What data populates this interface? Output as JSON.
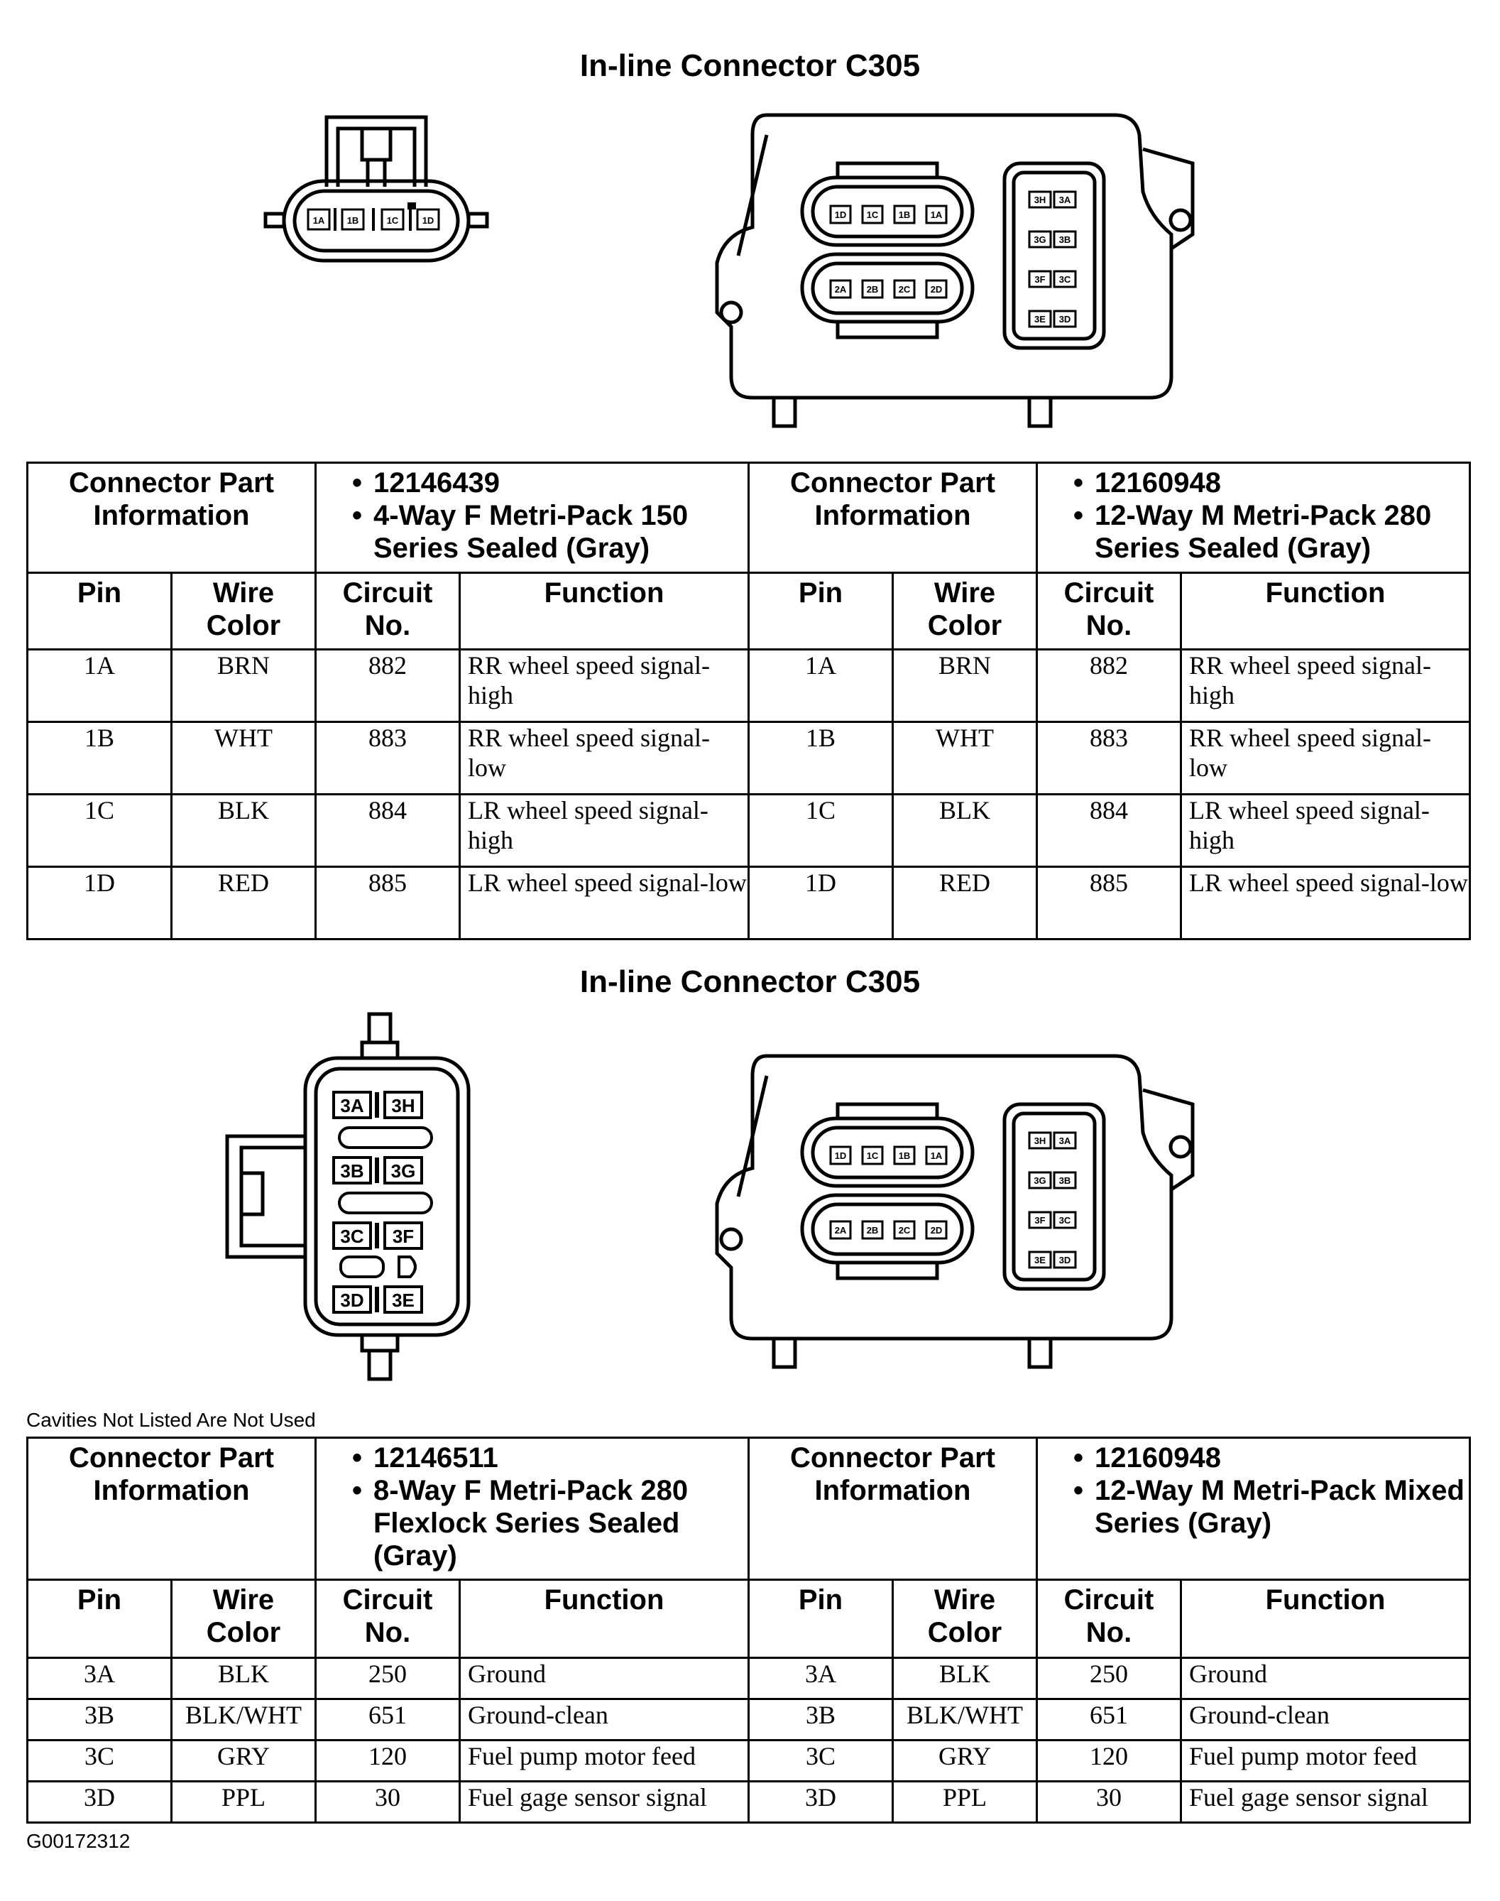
{
  "section1": {
    "title": "In-line Connector C305",
    "left_connector": {
      "name": "4-way connector face",
      "cavity_labels": [
        "1A",
        "1B",
        "1C",
        "1D"
      ]
    },
    "right_connector": {
      "name": "12-way connector face",
      "cavity_labels_upper": [
        "1D",
        "1C",
        "1B",
        "1A"
      ],
      "cavity_labels_lower": [
        "2A",
        "2B",
        "2C",
        "2D"
      ],
      "cavity_labels_side": [
        "3H",
        "3A",
        "3G",
        "3B",
        "3F",
        "3C",
        "3E",
        "3D"
      ]
    },
    "table": {
      "left_info_label": "Connector Part Information",
      "left_info_lines": [
        "12146439",
        "4-Way F Metri-Pack 150 Series Sealed (Gray)"
      ],
      "right_info_label": "Connector Part Information",
      "right_info_lines": [
        "12160948",
        "12-Way M Metri-Pack 280 Series Sealed (Gray)"
      ],
      "columns": [
        "Pin",
        "Wire Color",
        "Circuit No.",
        "Function"
      ],
      "left_rows": [
        {
          "pin": "1A",
          "wire": "BRN",
          "circuit": "882",
          "function": "RR wheel speed signal-high"
        },
        {
          "pin": "1B",
          "wire": "WHT",
          "circuit": "883",
          "function": "RR wheel speed signal-low"
        },
        {
          "pin": "1C",
          "wire": "BLK",
          "circuit": "884",
          "function": "LR wheel speed signal-high"
        },
        {
          "pin": "1D",
          "wire": "RED",
          "circuit": "885",
          "function": "LR wheel speed signal-low"
        }
      ],
      "right_rows": [
        {
          "pin": "1A",
          "wire": "BRN",
          "circuit": "882",
          "function": "RR wheel speed signal-high"
        },
        {
          "pin": "1B",
          "wire": "WHT",
          "circuit": "883",
          "function": "RR wheel speed signal-low"
        },
        {
          "pin": "1C",
          "wire": "BLK",
          "circuit": "884",
          "function": "LR wheel speed signal-high"
        },
        {
          "pin": "1D",
          "wire": "RED",
          "circuit": "885",
          "function": "LR wheel speed signal-low"
        }
      ]
    }
  },
  "section2": {
    "title": "In-line Connector C305",
    "left_connector": {
      "name": "8-way connector face",
      "cavity_labels": [
        "3A",
        "3H",
        "3B",
        "3G",
        "3C",
        "3F",
        "3D",
        "3E"
      ]
    },
    "right_connector": {
      "name": "12-way connector face",
      "cavity_labels_upper": [
        "1D",
        "1C",
        "1B",
        "1A"
      ],
      "cavity_labels_lower": [
        "2A",
        "2B",
        "2C",
        "2D"
      ],
      "cavity_labels_side": [
        "3H",
        "3A",
        "3G",
        "3B",
        "3F",
        "3C",
        "3E",
        "3D"
      ]
    },
    "note": "Cavities Not Listed Are Not Used",
    "table": {
      "left_info_label": "Connector Part Information",
      "left_info_lines": [
        "12146511",
        "8-Way F Metri-Pack 280 Flexlock Series Sealed (Gray)"
      ],
      "right_info_label": "Connector Part Information",
      "right_info_lines": [
        "12160948",
        "12-Way M Metri-Pack Mixed Series (Gray)"
      ],
      "columns": [
        "Pin",
        "Wire Color",
        "Circuit No.",
        "Function"
      ],
      "left_rows": [
        {
          "pin": "3A",
          "wire": "BLK",
          "circuit": "250",
          "function": "Ground"
        },
        {
          "pin": "3B",
          "wire": "BLK/WHT",
          "circuit": "651",
          "function": "Ground-clean"
        },
        {
          "pin": "3C",
          "wire": "GRY",
          "circuit": "120",
          "function": "Fuel pump motor feed"
        },
        {
          "pin": "3D",
          "wire": "PPL",
          "circuit": "30",
          "function": "Fuel gage sensor signal"
        }
      ],
      "right_rows": [
        {
          "pin": "3A",
          "wire": "BLK",
          "circuit": "250",
          "function": "Ground"
        },
        {
          "pin": "3B",
          "wire": "BLK/WHT",
          "circuit": "651",
          "function": "Ground-clean"
        },
        {
          "pin": "3C",
          "wire": "GRY",
          "circuit": "120",
          "function": "Fuel pump motor feed"
        },
        {
          "pin": "3D",
          "wire": "PPL",
          "circuit": "30",
          "function": "Fuel gage sensor signal"
        }
      ]
    }
  },
  "footer": {
    "figure_id": "G00172312"
  }
}
